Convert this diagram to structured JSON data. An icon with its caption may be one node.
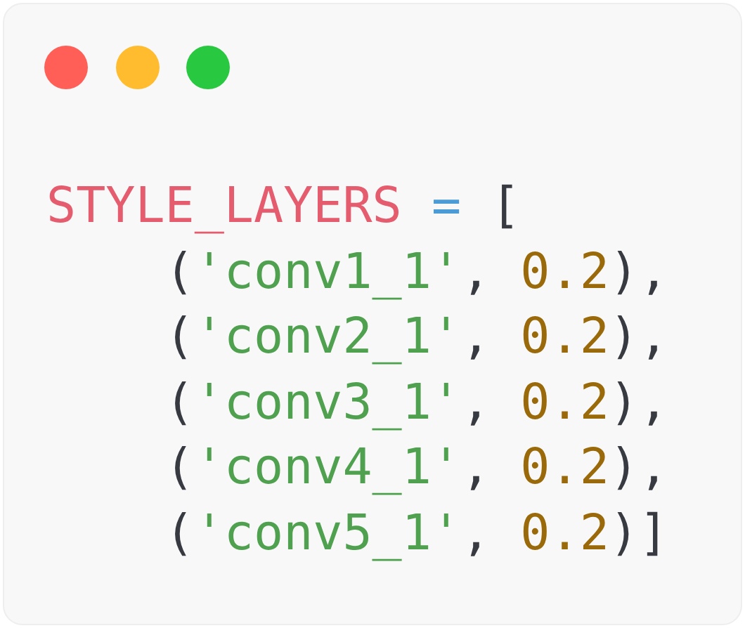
{
  "diagram": {
    "labels": [
      "STYLE_LAYERS = [",
      "    ('conv1_1', 0.2),",
      "    ('conv2_1', 0.2),",
      "    ('conv3_1', 0.2),",
      "    ('conv4_1', 0.2),",
      "    ('conv5_1', 0.2)]"
    ]
  }
}
